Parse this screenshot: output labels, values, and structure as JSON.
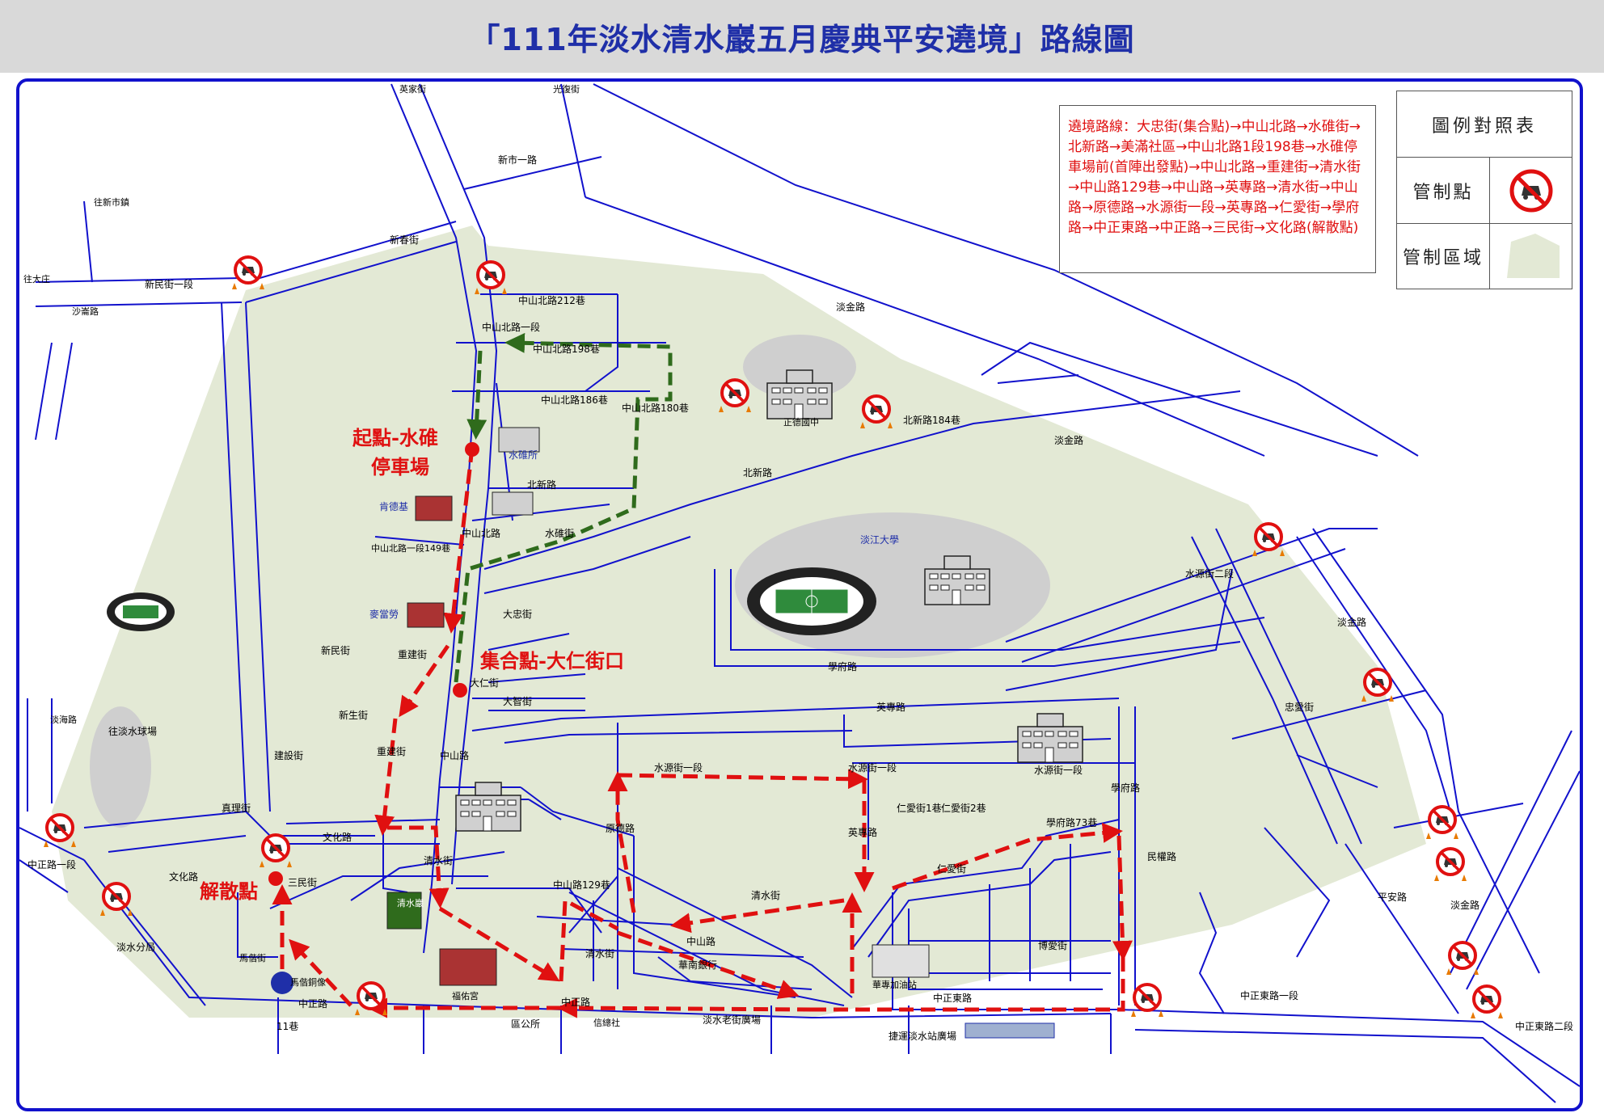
{
  "header": {
    "title": "「111年淡水清水巖五月慶典平安遶境」路線圖"
  },
  "route_box": {
    "text": "遶境路線：大忠街(集合點)→中山北路→水碓街→北新路→美滿社區→中山北路1段198巷→水碓停車場前(首陣出發點)→中山北路→重建街→清水街→中山路129巷→中山路→英專路→清水街→中山路→原德路→水源街一段→英專路→仁愛街→學府路→中正東路→中正路→三民街→文化路(解散點)"
  },
  "legend": {
    "title": "圖例對照表",
    "control_point": "管制點",
    "control_area": "管制區域"
  },
  "markers": {
    "start": "起點-水碓",
    "start2": "停車場",
    "assembly": "集合點-大仁街口",
    "dismissal": "解散點"
  },
  "places": {
    "shuidui_office": "水碓所",
    "kendeji": "肯德基",
    "mcdonalds": "麥當勞",
    "tamkang": "淡江大學",
    "zhengde": "正德國中",
    "qingshuiyan": "清水巖",
    "fuyougong": "福佑宮",
    "huanan_bank": "華南銀行",
    "huazhuan_gas": "華專加油站",
    "mrt_plaza": "捷運淡水站廣場",
    "old_street": "淡水老街廣場",
    "district_office": "區公所",
    "police": "淡水分局",
    "mackay_statue": "馬偕銅像",
    "to_stadium": "往淡水球場",
    "to_xinshi": "往新市鎮",
    "to_dazhuang": "往大庄",
    "xinyi_office": "信總社"
  },
  "streets": {
    "xinmin_1": "新民街一段",
    "xinchun": "新春街",
    "xinshi_1": "新市一路",
    "zhongshan_n_212": "中山北路212巷",
    "zhongshan_n_198": "中山北路198巷",
    "zhongshan_n_186": "中山北路186巷",
    "zhongshan_n_1": "中山北路一段",
    "zhongshan_n_180": "中山北路180巷",
    "beixin": "北新路",
    "beixin_184": "北新路184巷",
    "shuidui": "水碓街",
    "zhongshan_n_149": "中山北路一段149巷",
    "zhongshan_n": "中山北路",
    "dazhong": "大忠街",
    "daren": "大仁街",
    "dazhi": "大智街",
    "xinmin": "新民街",
    "xinsheng": "新生街",
    "chongjian": "重建街",
    "jianshe": "建設街",
    "zhenli": "真理街",
    "wenhua": "文化路",
    "sanmin": "三民街",
    "mazhen": "馬偕街",
    "zhongzheng": "中正路",
    "zhongzheng_11": "11巷",
    "qingshui": "清水街",
    "zhongshan": "中山路",
    "zhongshan_129": "中山路129巷",
    "yuande": "原德路",
    "shuiyuan_1": "水源街一段",
    "shuiyuan_2": "水源街二段",
    "yingzhuan": "英專路",
    "renai_1": "仁愛街1巷",
    "renai_2": "仁愛街2巷",
    "renai": "仁愛街",
    "xuefu": "學府路",
    "xuefu_73": "學府路73巷",
    "boai": "博愛街",
    "zhongzheng_e": "中正東路",
    "zhongzheng_e_1": "中正東路一段",
    "zhongzheng_e_2": "中正東路二段",
    "danjin": "淡金路",
    "zhongai": "忠愛街",
    "pingan": "平安路",
    "minquan": "民權路",
    "zhongzheng_1": "中正路一段",
    "shaminshi": "沙崙路",
    "yingjia": "英家街",
    "guangfu": "光復街",
    "danhai": "淡海路"
  },
  "colors": {
    "title": "#1f2fa8",
    "road": "#1111cc",
    "area": "#e3e9d5",
    "route_red": "#e01010",
    "route_green": "#2f6b1c",
    "building_gray": "#d0d0d0"
  }
}
